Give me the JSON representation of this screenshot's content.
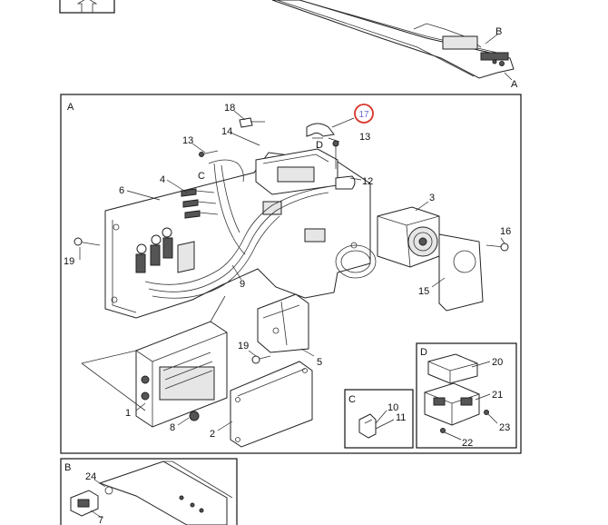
{
  "detail_letters": {
    "top_b": "B",
    "top_a": "A",
    "panel_a": "A",
    "panel_c": "C",
    "panel_d": "D",
    "panel_b": "B",
    "callout_c": "C",
    "callout_d": "D"
  },
  "part_labels": {
    "p18": "18",
    "p14": "14",
    "p13a": "13",
    "p13b": "13",
    "p12": "12",
    "p4": "4",
    "p6": "6",
    "p3": "3",
    "p16": "16",
    "p19a": "19",
    "p19b": "19",
    "p9": "9",
    "p15": "15",
    "p5": "5",
    "p1": "1",
    "p8": "8",
    "p2": "2",
    "p10": "10",
    "p11": "11",
    "p20": "20",
    "p21": "21",
    "p23": "23",
    "p22": "22",
    "p24": "24",
    "p7": "7"
  },
  "highlighted_part": {
    "label": "17",
    "highlight_color": "#d8352a",
    "text_color": "#6a6ad6"
  }
}
